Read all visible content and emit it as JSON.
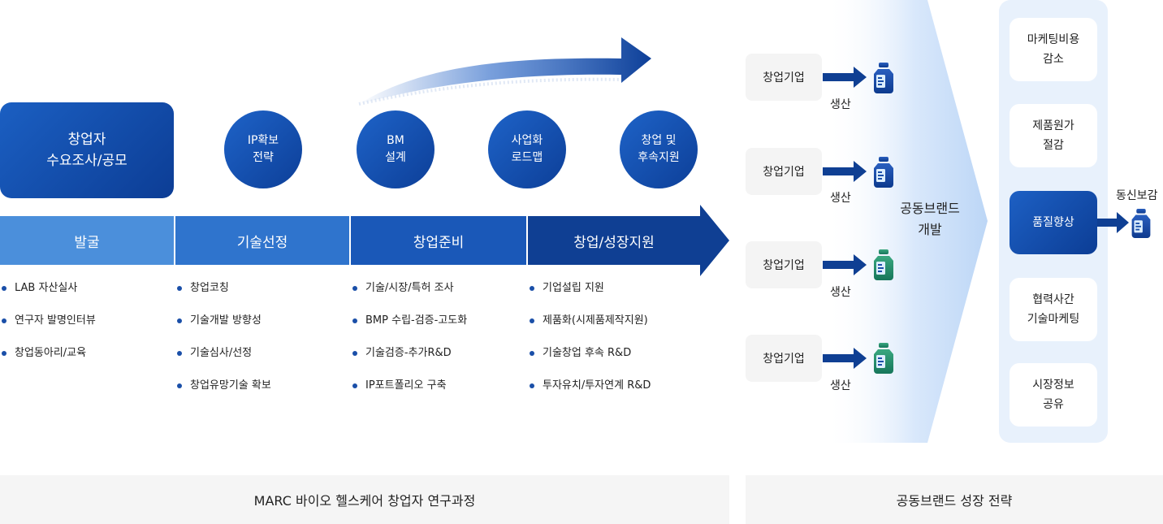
{
  "left_process": {
    "start_box": {
      "line1": "창업자",
      "line2": "수요조사/공모"
    },
    "circles": [
      {
        "line1": "IP확보",
        "line2": "전략"
      },
      {
        "line1": "BM",
        "line2": "설계"
      },
      {
        "line1": "사업화",
        "line2": "로드맵"
      },
      {
        "line1": "창업 및",
        "line2": "후속지원"
      }
    ],
    "stages": [
      {
        "label": "발굴",
        "bullets": [
          "LAB 자산실사",
          "연구자 발명인터뷰",
          "창업동아리/교육"
        ]
      },
      {
        "label": "기술선정",
        "bullets": [
          "창업코칭",
          "기술개발 방향성",
          "기술심사/선정",
          "창업유망기술 확보"
        ]
      },
      {
        "label": "창업준비",
        "bullets": [
          "기술/시장/특허 조사",
          "BMP 수립-검증-고도화",
          "기술검증-추가R&D",
          "IP포트폴리오 구축"
        ]
      },
      {
        "label": "창업/성장지원",
        "bullets": [
          "기업설립 지원",
          "제품화(시제품제작지원)",
          "기술창업 후속 R&D",
          "투자유치/투자연계 R&D"
        ]
      }
    ],
    "footer": "MARC 바이오 헬스케어 창업자 연구과정"
  },
  "middle": {
    "companies": [
      {
        "label": "창업기업",
        "action": "생산"
      },
      {
        "label": "창업기업",
        "action": "생산"
      },
      {
        "label": "창업기업",
        "action": "생산"
      },
      {
        "label": "창업기업",
        "action": "생산"
      }
    ],
    "joint_brand": {
      "line1": "공동브랜드",
      "line2": "개발"
    },
    "footer": "공동브랜드 성장 전략"
  },
  "right": {
    "items": [
      {
        "line1": "마케팅비용",
        "line2": "감소"
      },
      {
        "line1": "제품원가",
        "line2": "절감"
      },
      {
        "line1": "품질향상",
        "line2": ""
      },
      {
        "line1": "협력사간",
        "line2": "기술마케팅"
      },
      {
        "line1": "시장정보",
        "line2": "공유"
      }
    ],
    "result_label": "동신보감"
  },
  "colors": {
    "stage_1": "#4b8fdb",
    "stage_2": "#2f74cd",
    "stage_3": "#1a58b8",
    "stage_4": "#0f3f93",
    "dark_blue": "#0c3d95",
    "panel_light": "#e8f1fc",
    "footer_gray": "#f5f5f5"
  },
  "icons": [
    "curved-arrow-icon",
    "right-arrow-icon",
    "bottle-icon"
  ]
}
